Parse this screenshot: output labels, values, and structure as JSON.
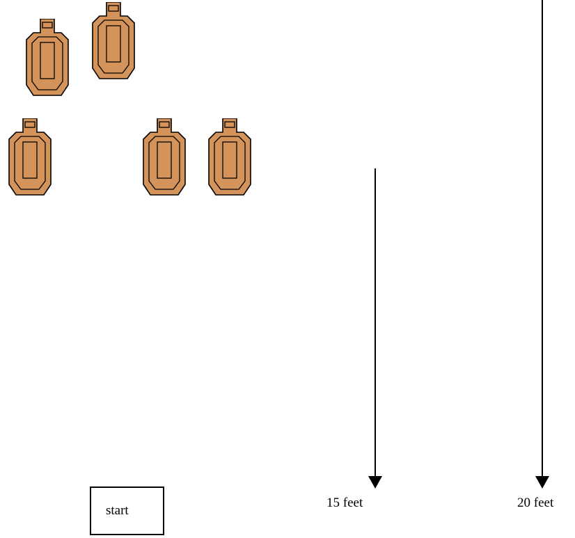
{
  "colors": {
    "target_fill": "#d4935a",
    "line": "#000000",
    "background": "#ffffff"
  },
  "targets": [
    {
      "name": "target-1"
    },
    {
      "name": "target-2"
    },
    {
      "name": "target-3"
    },
    {
      "name": "target-4"
    },
    {
      "name": "target-5"
    }
  ],
  "distances": {
    "near_label": "15 feet",
    "far_label": "20 feet"
  },
  "start": {
    "label": "start"
  }
}
